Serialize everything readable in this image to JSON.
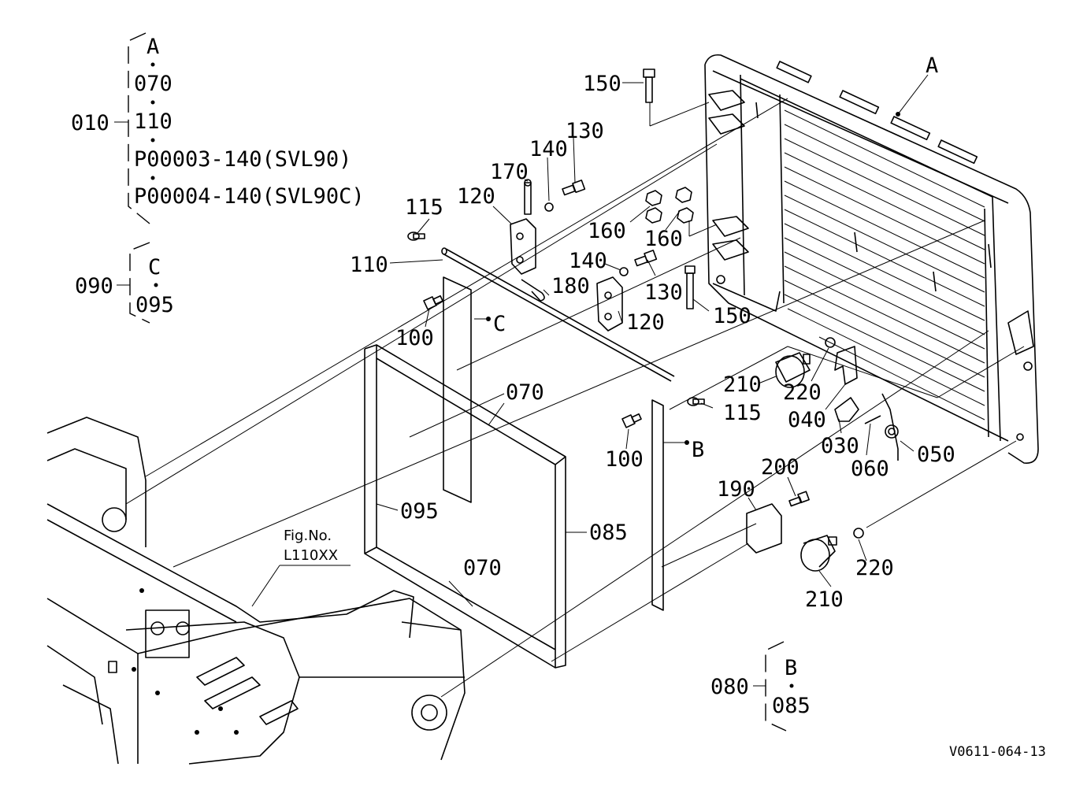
{
  "groups": {
    "g010": {
      "label": "010",
      "items": [
        "A",
        "070",
        "110",
        "P00003-140(SVL90)",
        "P00004-140(SVL90C)"
      ]
    },
    "g090": {
      "label": "090",
      "items": [
        "C",
        "095"
      ]
    },
    "g080": {
      "label": "080",
      "items": [
        "B",
        "085"
      ]
    }
  },
  "callouts": {
    "A": "A",
    "B": "B",
    "C": "C",
    "p150a": "150",
    "p150b": "150",
    "p130a": "130",
    "p130b": "130",
    "p140a": "140",
    "p140b": "140",
    "p170": "170",
    "p120a": "120",
    "p120b": "120",
    "p115a": "115",
    "p115b": "115",
    "p110": "110",
    "p180": "180",
    "p160a": "160",
    "p160b": "160",
    "p100a": "100",
    "p100b": "100",
    "p070a": "070",
    "p070b": "070",
    "p095": "095",
    "p085": "085",
    "p210a": "210",
    "p210b": "210",
    "p220a": "220",
    "p220b": "220",
    "p040": "040",
    "p030": "030",
    "p060": "060",
    "p050": "050",
    "p190": "190",
    "p200": "200"
  },
  "figref": {
    "line1": "Fig.No.",
    "line2": "L110XX"
  },
  "code": "V0611-064-13"
}
